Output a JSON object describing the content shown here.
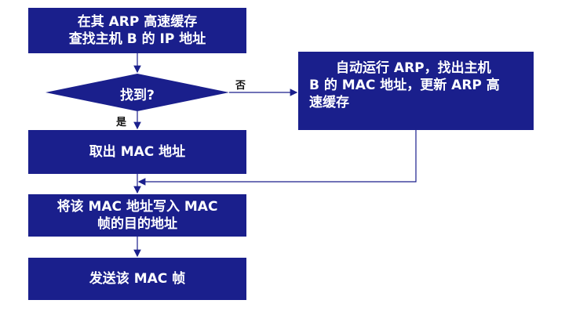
{
  "flowchart": {
    "box_lookup": {
      "line1": "在其 ARP 高速缓存",
      "line2": "查找主机 B 的 IP 地址"
    },
    "decision": {
      "label": "找到?"
    },
    "edge_no": "否",
    "edge_yes": "是",
    "box_arp": {
      "line1": "自动运行 ARP，找出主机",
      "line2": "B 的 MAC 地址，更新 ARP 高",
      "line3": "速缓存"
    },
    "box_fetch": {
      "label": "取出 MAC 地址"
    },
    "box_write": {
      "line1": "将该 MAC 地址写入 MAC",
      "line2": "帧的目的地址"
    },
    "box_send": {
      "label": "发送该 MAC 帧"
    },
    "colors": {
      "box_fill": "#1a1f8c",
      "arrow": "#1a1f8c",
      "text": "#ffffff"
    }
  }
}
